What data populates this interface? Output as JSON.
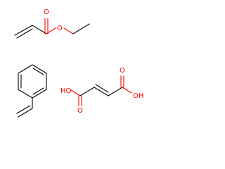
{
  "molecules": [
    {
      "id": "ethyl-acrylate",
      "atoms": {
        "carbonyl_o": "O",
        "ester_o": "O"
      }
    },
    {
      "id": "styrene"
    },
    {
      "id": "fumaric-acid",
      "atoms": {
        "left_carbonyl_o": "O",
        "left_hydroxyl": "HO",
        "right_carbonyl_o": "O",
        "right_hydroxyl": "OH"
      }
    }
  ],
  "colors": {
    "bond": "#000000",
    "oxygen": "#ff0000",
    "background": "#ffffff"
  }
}
